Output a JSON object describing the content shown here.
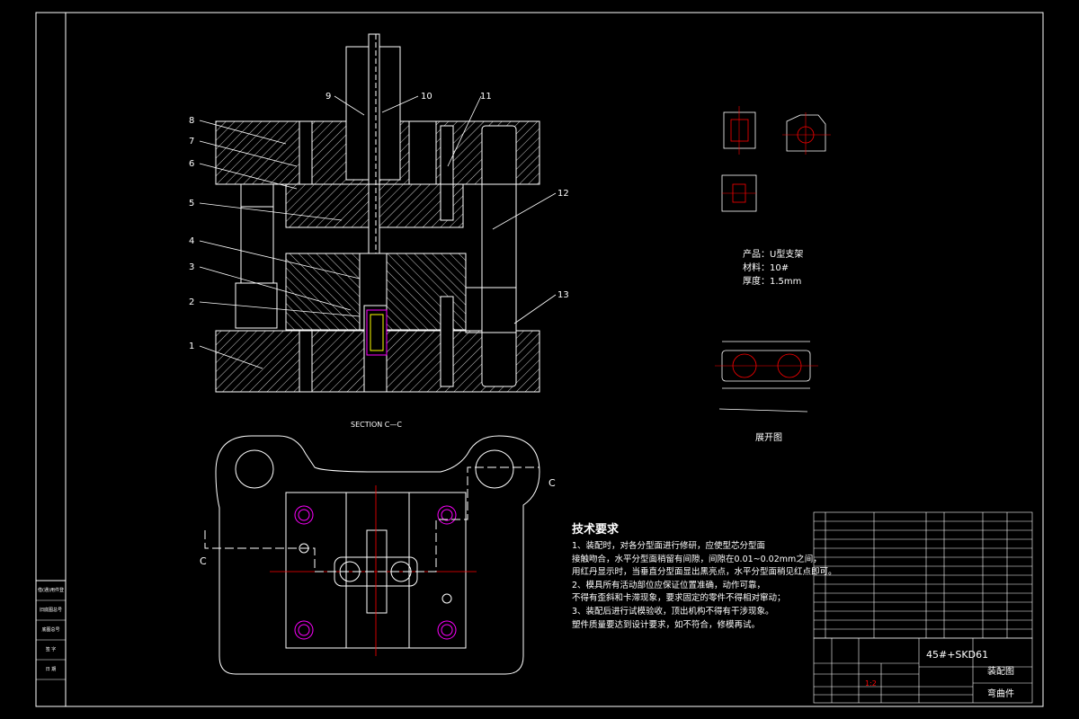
{
  "callouts": [
    "1",
    "2",
    "3",
    "4",
    "5",
    "6",
    "7",
    "8",
    "9",
    "10",
    "11",
    "12",
    "13"
  ],
  "section_label": "SECTION C—C",
  "section_mark": "C",
  "tech_requirements": {
    "title": "技术要求",
    "lines": [
      "1、装配时，对各分型面进行修研，应使型芯分型面",
      "接触吻合，水平分型面稍留有间隙，间隙在0.01~0.02mm之间，",
      "用红丹显示时，当垂直分型面显出黑亮点，水平分型面稍见红点即可。",
      "2、模具所有活动部位应保证位置准确，动作可靠，",
      "不得有歪斜和卡滞现象，要求固定的零件不得相对窜动；",
      "3、装配后进行试模验收，顶出机构不得有干涉现象。",
      "塑件质量要达到设计要求，如不符合，修模再试。"
    ]
  },
  "product_info": {
    "product": "产品：U型支架",
    "material": "材料：10#",
    "thickness": "厚度：1.5mm"
  },
  "unfolded_label": "展开图",
  "title_block": {
    "material_spec": "45#+SKD61",
    "drawing_type": "装配图",
    "part_name": "弯曲件",
    "scale": "1:2"
  },
  "side_panel": [
    "借(通)用件登记",
    "旧底图总号",
    "底图总号",
    "签 字",
    "日 期"
  ],
  "colors": {
    "line": "#ffffff",
    "hatch": "#ffffff",
    "center": "#ff0000",
    "bolt": "#ff00ff",
    "label_accent": "#ffff00"
  }
}
